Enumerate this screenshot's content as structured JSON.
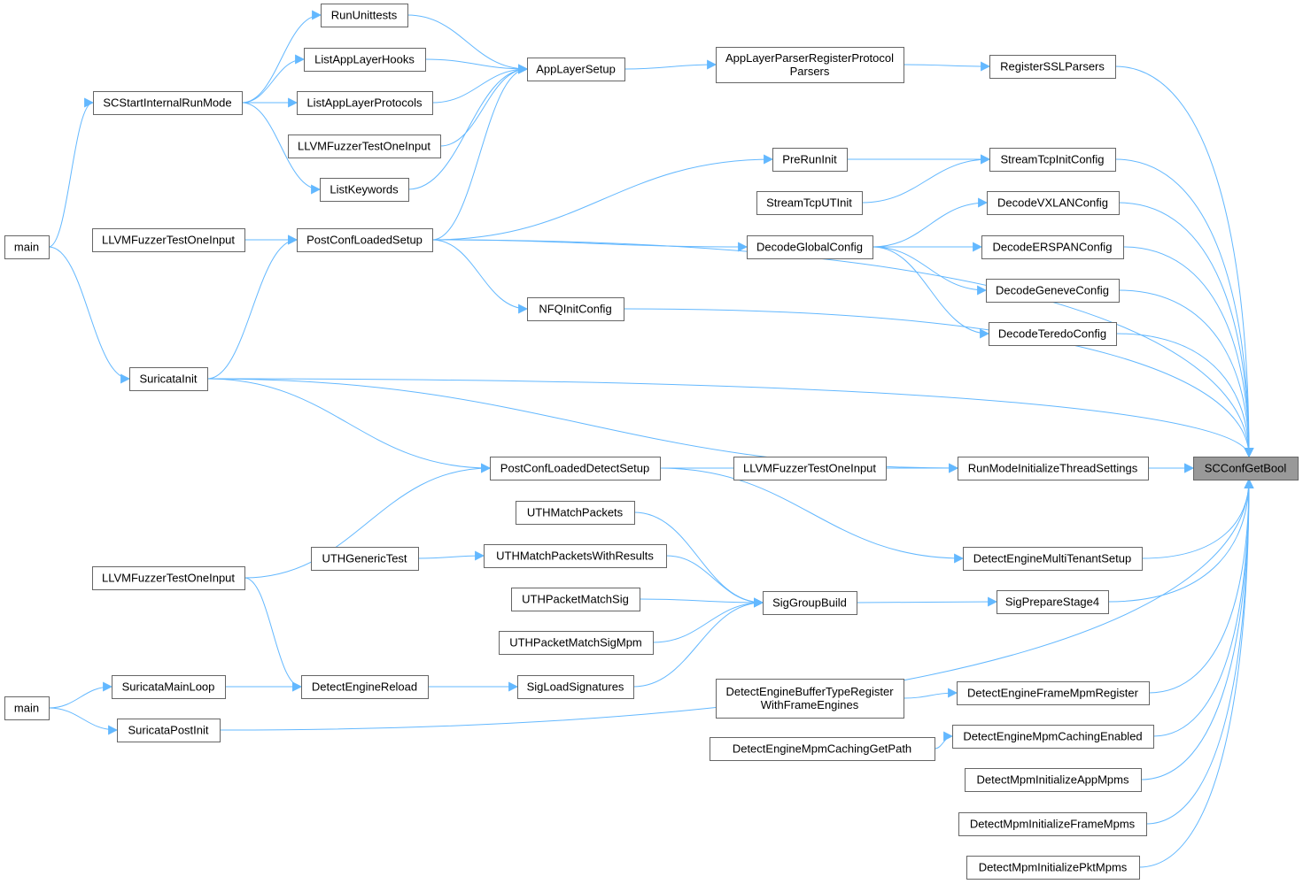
{
  "graph": {
    "colors": {
      "edge": "#63b8ff",
      "node_border": "#666666",
      "node_fill": "#ffffff",
      "root_fill": "#999999",
      "text": "#000000"
    },
    "nodes": [
      {
        "id": "scconfgetbool",
        "label": [
          "SCConfGetBool"
        ],
        "root": true
      },
      {
        "id": "registersslparsers",
        "label": [
          "RegisterSSLParsers"
        ]
      },
      {
        "id": "applayerparserregister",
        "label": [
          "AppLayerParserRegisterProtocol",
          "Parsers"
        ]
      },
      {
        "id": "applayersetup",
        "label": [
          "AppLayerSetup"
        ]
      },
      {
        "id": "rununittests",
        "label": [
          "RunUnittests"
        ]
      },
      {
        "id": "listapplayerhooks",
        "label": [
          "ListAppLayerHooks"
        ]
      },
      {
        "id": "listapplayerprotocols",
        "label": [
          "ListAppLayerProtocols"
        ]
      },
      {
        "id": "llvm1",
        "label": [
          "LLVMFuzzerTestOneInput"
        ]
      },
      {
        "id": "listkeywords",
        "label": [
          "ListKeywords"
        ]
      },
      {
        "id": "scstartinternalrunmode",
        "label": [
          "SCStartInternalRunMode"
        ]
      },
      {
        "id": "main1",
        "label": [
          "main"
        ]
      },
      {
        "id": "llvm2",
        "label": [
          "LLVMFuzzerTestOneInput"
        ]
      },
      {
        "id": "postconfloadedsetup",
        "label": [
          "PostConfLoadedSetup"
        ]
      },
      {
        "id": "suricatainit",
        "label": [
          "SuricataInit"
        ]
      },
      {
        "id": "preruninit",
        "label": [
          "PreRunInit"
        ]
      },
      {
        "id": "streamtcputinit",
        "label": [
          "StreamTcpUTInit"
        ]
      },
      {
        "id": "streamtcpinitconfig",
        "label": [
          "StreamTcpInitConfig"
        ]
      },
      {
        "id": "decodeglobalconfig",
        "label": [
          "DecodeGlobalConfig"
        ]
      },
      {
        "id": "decodevxlanconfig",
        "label": [
          "DecodeVXLANConfig"
        ]
      },
      {
        "id": "decodeerspanconfig",
        "label": [
          "DecodeERSPANConfig"
        ]
      },
      {
        "id": "decodegeneveconfig",
        "label": [
          "DecodeGeneveConfig"
        ]
      },
      {
        "id": "decodeteredoconfig",
        "label": [
          "DecodeTeredoConfig"
        ]
      },
      {
        "id": "nfqinitconfig",
        "label": [
          "NFQInitConfig"
        ]
      },
      {
        "id": "postconfloadeddetectsetup",
        "label": [
          "PostConfLoadedDetectSetup"
        ]
      },
      {
        "id": "llvm3",
        "label": [
          "LLVMFuzzerTestOneInput"
        ]
      },
      {
        "id": "runmodeinitializethreadsettings",
        "label": [
          "RunModeInitializeThreadSettings"
        ]
      },
      {
        "id": "uthmatchpackets",
        "label": [
          "UTHMatchPackets"
        ]
      },
      {
        "id": "uthgenerictest",
        "label": [
          "UTHGenericTest"
        ]
      },
      {
        "id": "uthmatchpacketswithresults",
        "label": [
          "UTHMatchPacketsWithResults"
        ]
      },
      {
        "id": "uthpacketmatchsig",
        "label": [
          "UTHPacketMatchSig"
        ]
      },
      {
        "id": "uthpacketmatchsigmpm",
        "label": [
          "UTHPacketMatchSigMpm"
        ]
      },
      {
        "id": "siggroupbuild",
        "label": [
          "SigGroupBuild"
        ]
      },
      {
        "id": "detectenginemultitenantsetup",
        "label": [
          "DetectEngineMultiTenantSetup"
        ]
      },
      {
        "id": "sigpreparestage4",
        "label": [
          "SigPrepareStage4"
        ]
      },
      {
        "id": "llvm4",
        "label": [
          "LLVMFuzzerTestOneInput"
        ]
      },
      {
        "id": "suricatamainloop",
        "label": [
          "SuricataMainLoop"
        ]
      },
      {
        "id": "detectenginereload",
        "label": [
          "DetectEngineReload"
        ]
      },
      {
        "id": "sigloadsignatures",
        "label": [
          "SigLoadSignatures"
        ]
      },
      {
        "id": "main2",
        "label": [
          "main"
        ]
      },
      {
        "id": "suricatapostinit",
        "label": [
          "SuricataPostInit"
        ]
      },
      {
        "id": "detectenginebuffertyperegister",
        "label": [
          "DetectEngineBufferTypeRegister",
          "WithFrameEngines"
        ]
      },
      {
        "id": "detectengineframempmregister",
        "label": [
          "DetectEngineFrameMpmRegister"
        ]
      },
      {
        "id": "detectenginempmcachinggetpath",
        "label": [
          "DetectEngineMpmCachingGetPath"
        ]
      },
      {
        "id": "detectenginempmcachingenabled",
        "label": [
          "DetectEngineMpmCachingEnabled"
        ]
      },
      {
        "id": "detectmpminitializeappmpms",
        "label": [
          "DetectMpmInitializeAppMpms"
        ]
      },
      {
        "id": "detectmpminitializeframempms",
        "label": [
          "DetectMpmInitializeFrameMpms"
        ]
      },
      {
        "id": "detectmpminitializepktmpms",
        "label": [
          "DetectMpmInitializePktMpms"
        ]
      }
    ],
    "edges": [
      [
        "registersslparsers",
        "scconfgetbool"
      ],
      [
        "applayerparserregister",
        "registersslparsers"
      ],
      [
        "applayersetup",
        "applayerparserregister"
      ],
      [
        "rununittests",
        "applayersetup"
      ],
      [
        "listapplayerhooks",
        "applayersetup"
      ],
      [
        "listapplayerprotocols",
        "applayersetup"
      ],
      [
        "llvm1",
        "applayersetup"
      ],
      [
        "listkeywords",
        "applayersetup"
      ],
      [
        "postconfloadedsetup",
        "applayersetup"
      ],
      [
        "scstartinternalrunmode",
        "rununittests"
      ],
      [
        "scstartinternalrunmode",
        "listapplayerhooks"
      ],
      [
        "scstartinternalrunmode",
        "listapplayerprotocols"
      ],
      [
        "scstartinternalrunmode",
        "listkeywords"
      ],
      [
        "main1",
        "scstartinternalrunmode"
      ],
      [
        "main1",
        "suricatainit"
      ],
      [
        "llvm2",
        "postconfloadedsetup"
      ],
      [
        "suricatainit",
        "postconfloadedsetup"
      ],
      [
        "postconfloadedsetup",
        "scconfgetbool"
      ],
      [
        "postconfloadedsetup",
        "preruninit"
      ],
      [
        "postconfloadedsetup",
        "decodeglobalconfig"
      ],
      [
        "postconfloadedsetup",
        "nfqinitconfig"
      ],
      [
        "preruninit",
        "streamtcpinitconfig"
      ],
      [
        "streamtcputinit",
        "streamtcpinitconfig"
      ],
      [
        "streamtcpinitconfig",
        "scconfgetbool"
      ],
      [
        "decodeglobalconfig",
        "decodevxlanconfig"
      ],
      [
        "decodeglobalconfig",
        "decodeerspanconfig"
      ],
      [
        "decodeglobalconfig",
        "decodegeneveconfig"
      ],
      [
        "decodeglobalconfig",
        "decodeteredoconfig"
      ],
      [
        "decodevxlanconfig",
        "scconfgetbool"
      ],
      [
        "decodeerspanconfig",
        "scconfgetbool"
      ],
      [
        "decodegeneveconfig",
        "scconfgetbool"
      ],
      [
        "decodeteredoconfig",
        "scconfgetbool"
      ],
      [
        "nfqinitconfig",
        "scconfgetbool"
      ],
      [
        "suricatainit",
        "scconfgetbool"
      ],
      [
        "suricatainit",
        "runmodeinitializethreadsettings"
      ],
      [
        "suricatainit",
        "postconfloadeddetectsetup"
      ],
      [
        "llvm4",
        "postconfloadeddetectsetup"
      ],
      [
        "postconfloadeddetectsetup",
        "scconfgetbool"
      ],
      [
        "postconfloadeddetectsetup",
        "detectenginemultitenantsetup"
      ],
      [
        "llvm3",
        "runmodeinitializethreadsettings"
      ],
      [
        "runmodeinitializethreadsettings",
        "scconfgetbool"
      ],
      [
        "uthmatchpackets",
        "siggroupbuild"
      ],
      [
        "uthgenerictest",
        "uthmatchpacketswithresults"
      ],
      [
        "uthmatchpacketswithresults",
        "siggroupbuild"
      ],
      [
        "uthpacketmatchsig",
        "siggroupbuild"
      ],
      [
        "uthpacketmatchsigmpm",
        "siggroupbuild"
      ],
      [
        "sigloadsignatures",
        "siggroupbuild"
      ],
      [
        "siggroupbuild",
        "sigpreparestage4"
      ],
      [
        "sigpreparestage4",
        "scconfgetbool"
      ],
      [
        "detectenginemultitenantsetup",
        "scconfgetbool"
      ],
      [
        "llvm4",
        "detectenginereload"
      ],
      [
        "suricatamainloop",
        "detectenginereload"
      ],
      [
        "detectenginereload",
        "sigloadsignatures"
      ],
      [
        "main2",
        "suricatamainloop"
      ],
      [
        "main2",
        "suricatapostinit"
      ],
      [
        "suricatapostinit",
        "scconfgetbool"
      ],
      [
        "detectenginebuffertyperegister",
        "detectengineframempmregister"
      ],
      [
        "detectengineframempmregister",
        "scconfgetbool"
      ],
      [
        "detectenginempmcachinggetpath",
        "detectenginempmcachingenabled"
      ],
      [
        "detectenginempmcachingenabled",
        "scconfgetbool"
      ],
      [
        "detectmpminitializeappmpms",
        "scconfgetbool"
      ],
      [
        "detectmpminitializeframempms",
        "scconfgetbool"
      ],
      [
        "detectmpminitializepktmpms",
        "scconfgetbool"
      ]
    ]
  }
}
